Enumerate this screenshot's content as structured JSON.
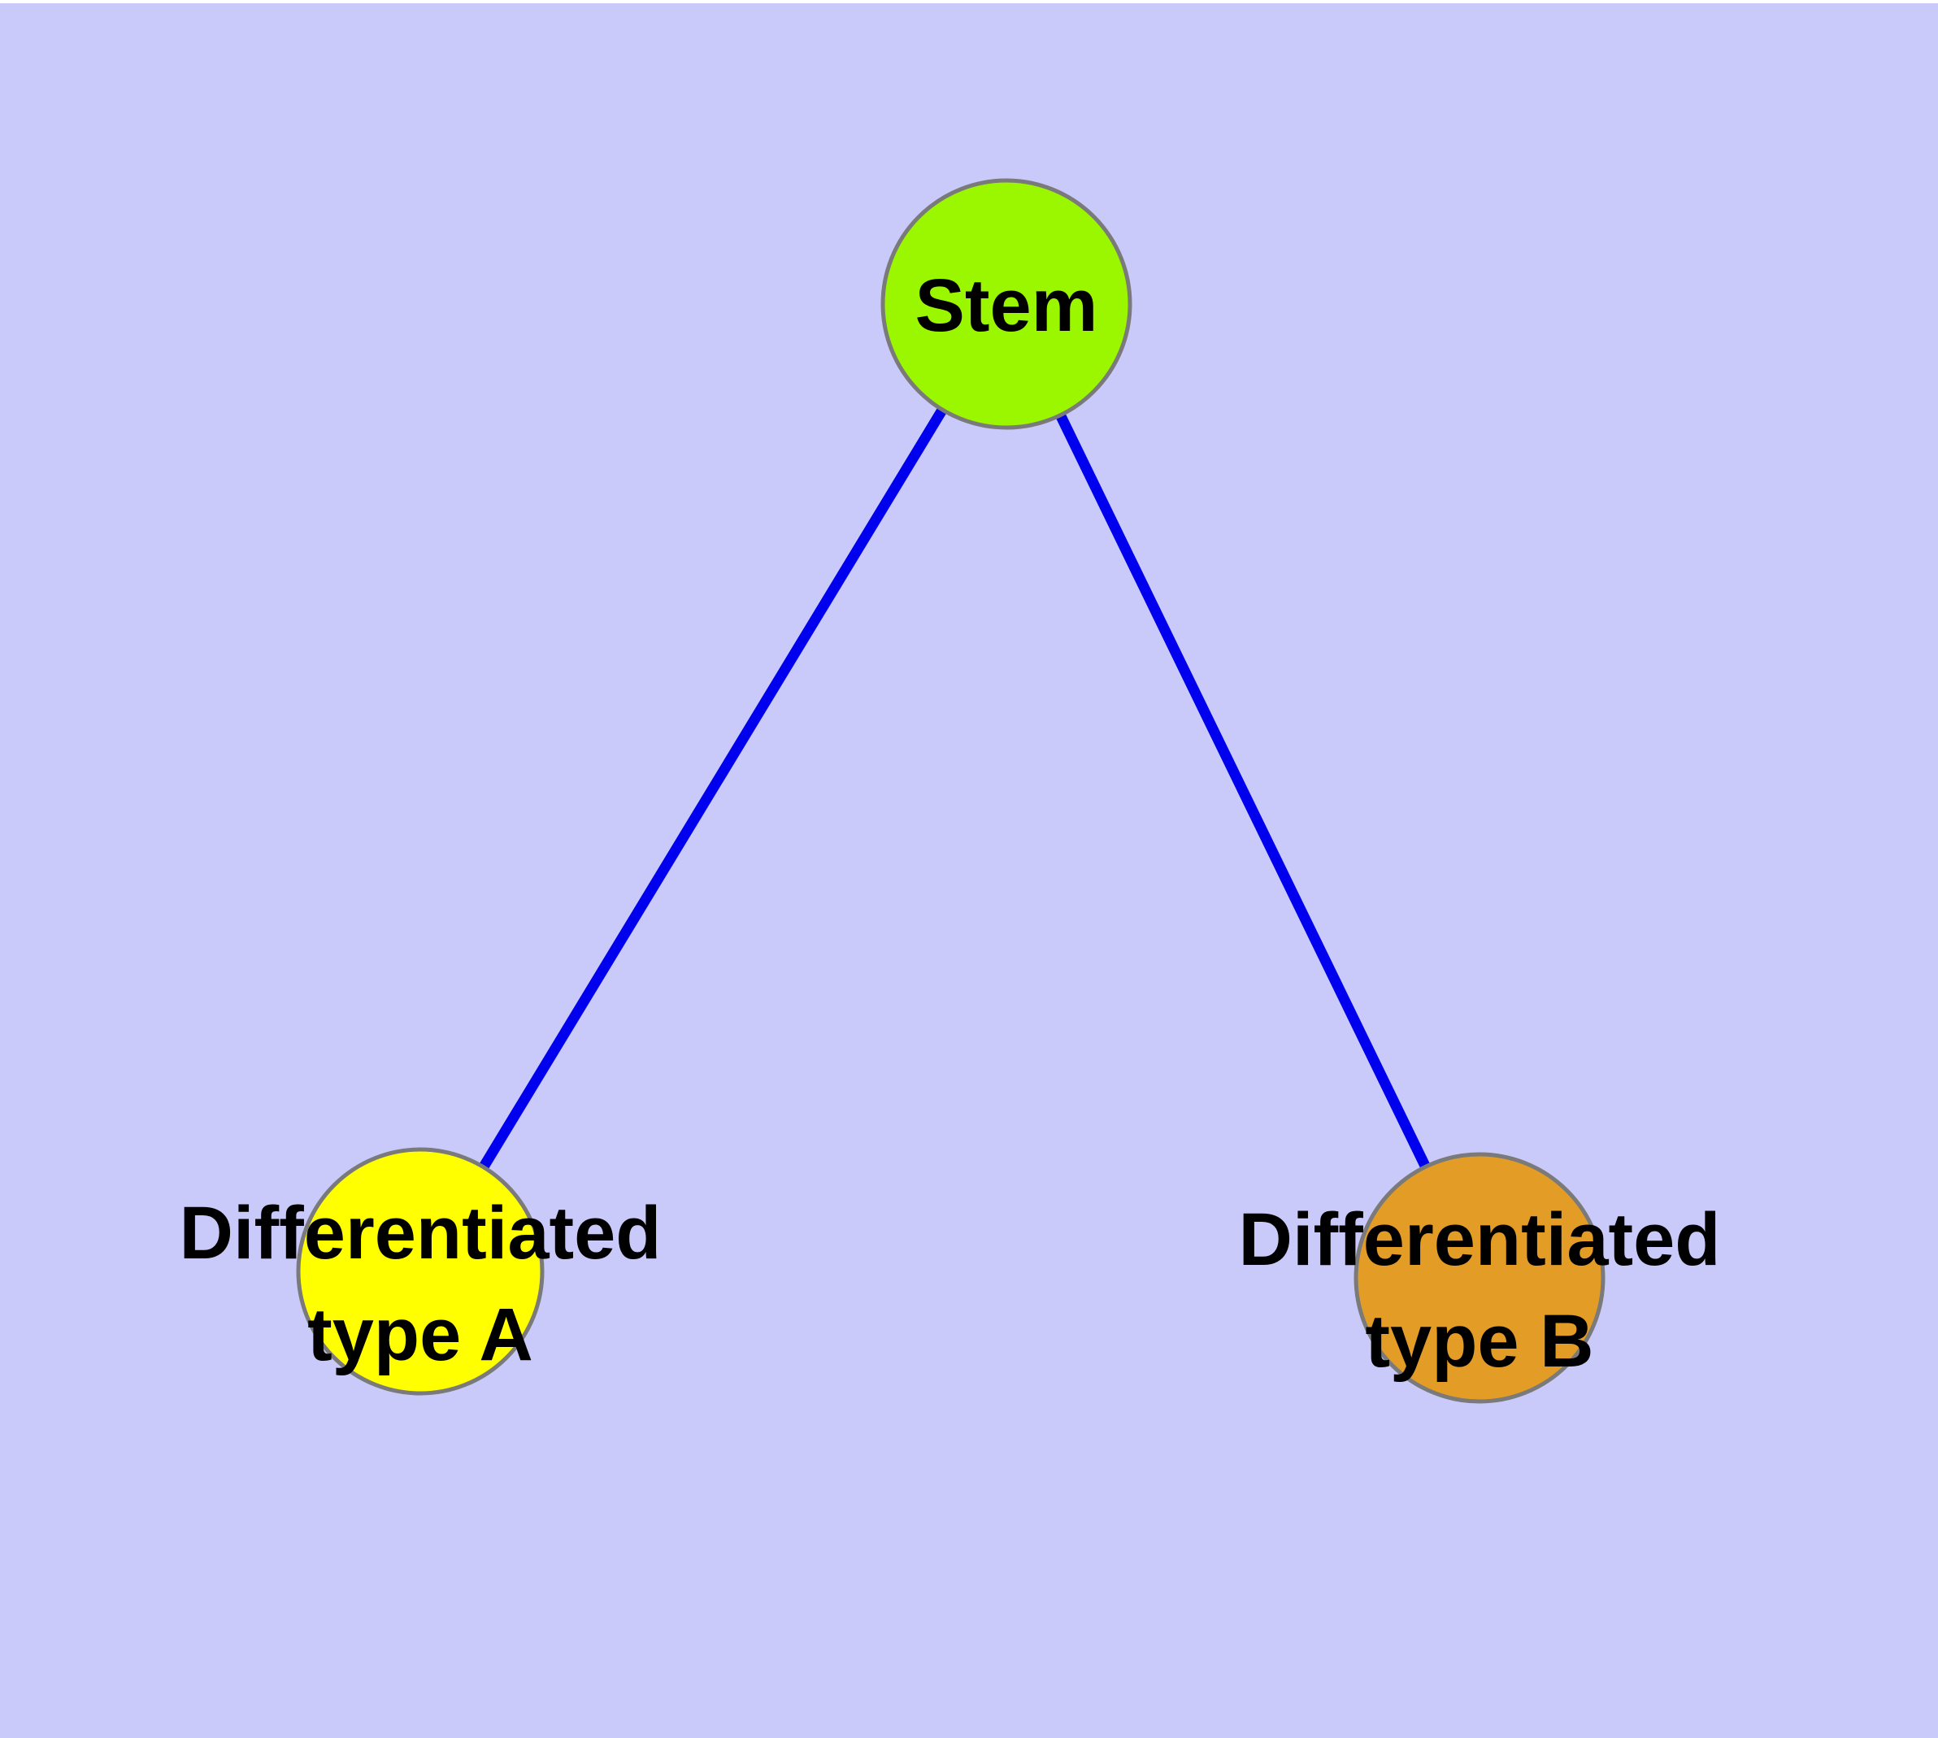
{
  "diagram": {
    "background_color": "#CACAFA",
    "edge_color": "#0000EE",
    "node_border_color": "#7A7A7A",
    "text_color": "#000000",
    "nodes": [
      {
        "id": "stem",
        "label": "Stem",
        "fill": "#9BF700"
      },
      {
        "id": "differentiated-type-a",
        "label_line1": "Differentiated",
        "label_line2": "type A",
        "fill": "#FFFF00"
      },
      {
        "id": "differentiated-type-b",
        "label_line1": "Differentiated",
        "label_line2": "type B",
        "fill": "#E39C25"
      }
    ],
    "edges": [
      {
        "from": "Stem",
        "to": "Differentiated type A"
      },
      {
        "from": "Stem",
        "to": "Differentiated type B"
      }
    ]
  }
}
